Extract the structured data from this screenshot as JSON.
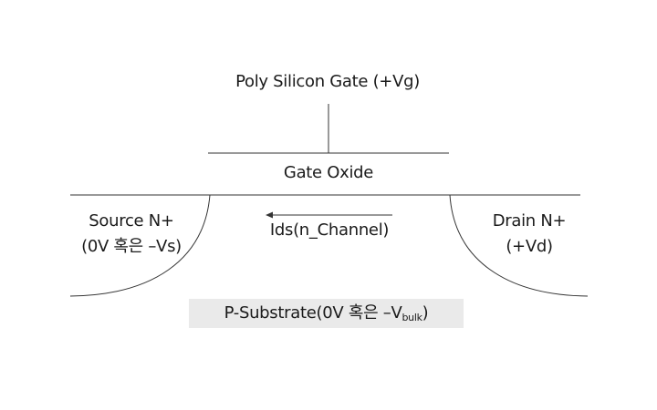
{
  "gate": {
    "label": "Poly Silicon Gate (+Vg)"
  },
  "oxide": {
    "label": "Gate Oxide"
  },
  "source": {
    "line1": "Source N+",
    "line2": "(0V 혹은 –Vs)"
  },
  "drain": {
    "line1": "Drain N+",
    "line2": "(+Vd)"
  },
  "channel": {
    "label": "Ids(n_Channel)",
    "arrow_direction": "left"
  },
  "substrate": {
    "prefix": "P-Substrate(0V 혹은 –V",
    "subscript": "bulk",
    "suffix": ")"
  },
  "colors": {
    "line": "#333333",
    "text": "#1a1a1a",
    "substrate_fill": "#eaeaea",
    "background": "#ffffff"
  }
}
